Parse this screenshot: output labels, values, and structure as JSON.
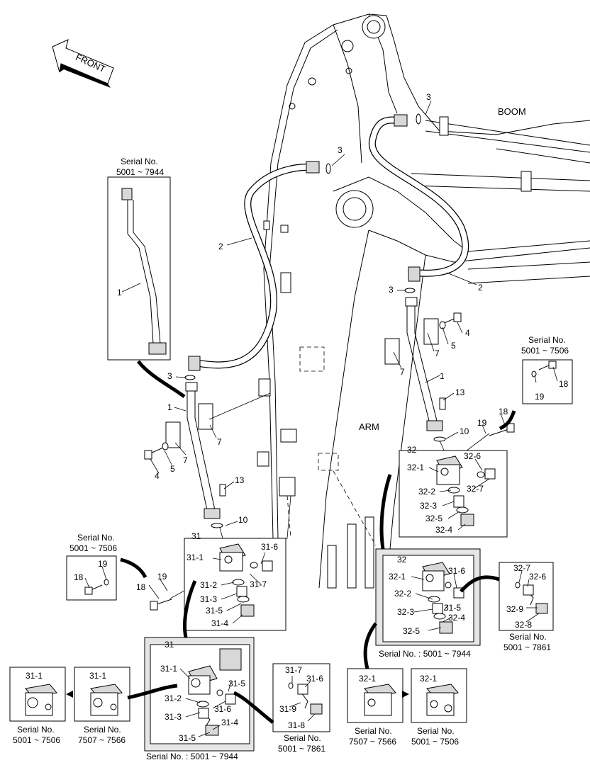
{
  "front_label": "FRONT",
  "boom_label": "BOOM",
  "arm_label": "ARM",
  "serial": {
    "serial_no": "Serial No.",
    "range_5001_7944": "5001 ~ 7944",
    "range_5001_7506": "5001 ~ 7506",
    "range_5001_7861": "5001 ~ 7861",
    "range_7507_7566": "7507 ~ 7566",
    "colon_5001_7944": "Serial No. : 5001 ~ 7944"
  },
  "callouts": {
    "c1": "1",
    "c2": "2",
    "c3": "3",
    "c4": "4",
    "c5": "5",
    "c7": "7",
    "c10": "10",
    "c13": "13",
    "c18": "18",
    "c19": "19",
    "c31": "31",
    "c32": "32",
    "c31_1": "31-1",
    "c31_2": "31-2",
    "c31_3": "31-3",
    "c31_4": "31-4",
    "c31_5": "31-5",
    "c31_6": "31-6",
    "c31_7": "31-7",
    "c31_8": "31-8",
    "c31_9": "31-9",
    "c32_1": "32-1",
    "c32_2": "32-2",
    "c32_3": "32-3",
    "c32_4": "32-4",
    "c32_5": "32-5",
    "c32_6": "32-6",
    "c32_7": "32-7",
    "c32_8": "32-8",
    "c32_9": "32-9"
  }
}
